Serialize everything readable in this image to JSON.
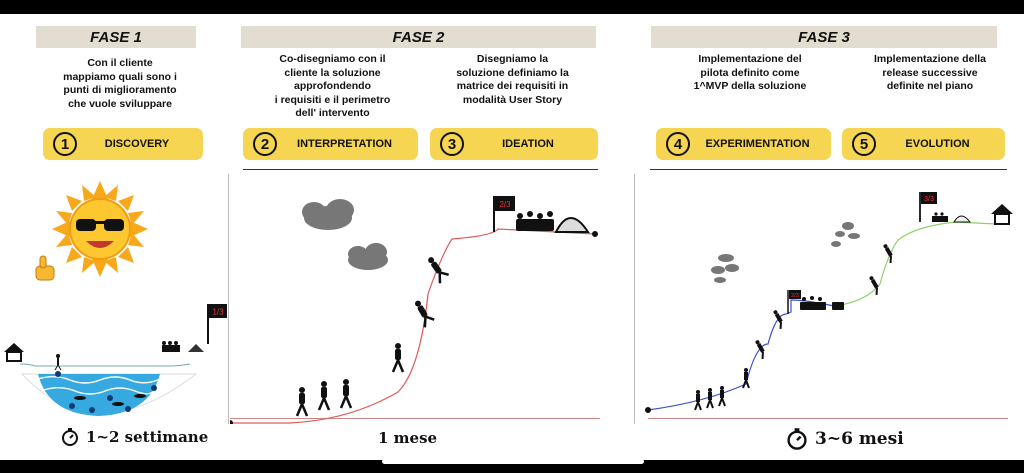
{
  "phases": [
    {
      "label": "FASE 1"
    },
    {
      "label": "FASE 2"
    },
    {
      "label": "FASE 3"
    }
  ],
  "descriptions": [
    "Con il cliente\nmappiamo quali sono i\npunti di miglioramento\nche vuole sviluppare",
    "Co-disegniamo con il\ncliente la soluzione\napprofondendo\ni requisiti e il perimetro\ndell' intervento",
    "Disegniamo la\nsoluzione definiamo la\nmatrice dei requisiti in\nmodalità User Story",
    "Implementazione del\npilota definito come\n1^MVP della soluzione",
    "Implementazione della\nrelease successive\ndefinite nel piano"
  ],
  "steps": [
    {
      "number": "1",
      "label": "DISCOVERY"
    },
    {
      "number": "2",
      "label": "INTERPRETATION"
    },
    {
      "number": "3",
      "label": "IDEATION"
    },
    {
      "number": "4",
      "label": "EXPERIMENTATION"
    },
    {
      "number": "5",
      "label": "EVOLUTION"
    }
  ],
  "flags": {
    "discovery": "1/3",
    "ideation": "2/3",
    "experimentation": "2/3",
    "evolution": "3/3"
  },
  "durations": {
    "fase1": "1~2 settimane",
    "fase2": "1 mese",
    "fase3": "3~6 mesi"
  },
  "colors": {
    "phase_bg": "#e2ddd0",
    "step_bg": "#f6d552",
    "path_red": "#e05a5a",
    "path_blue": "#3a4fd0",
    "path_green": "#8fd06a",
    "water": "#35a9e0"
  },
  "icons": [
    "sun-icon",
    "thumbs-up-icon",
    "cloud-icon",
    "flag-icon",
    "hiker-icon",
    "climber-icon",
    "tent-icon",
    "house-icon",
    "stopwatch-icon",
    "diver-icon"
  ]
}
